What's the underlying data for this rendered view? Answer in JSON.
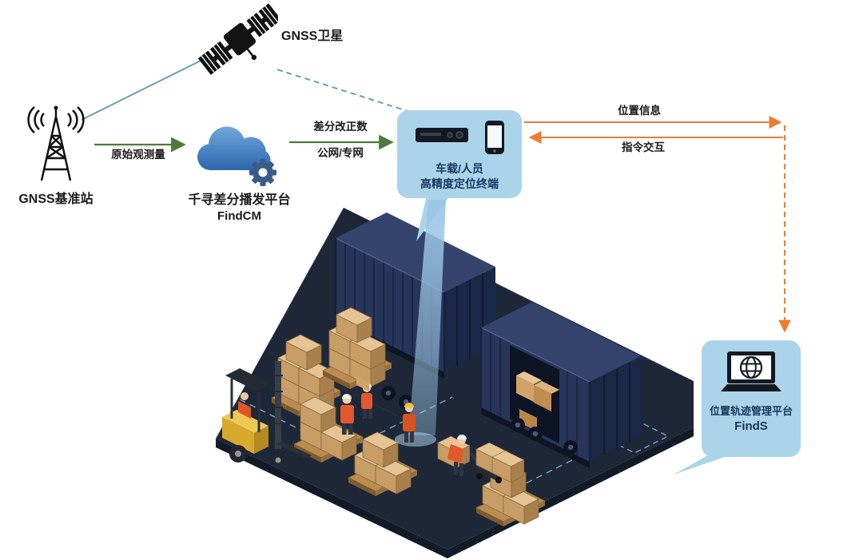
{
  "nodes": {
    "satellite": {
      "label": "GNSS卫星",
      "icon": "satellite-icon"
    },
    "base_station": {
      "label": "GNSS基准站",
      "icon": "antenna-tower-icon"
    },
    "cloud": {
      "name": "千寻差分播发平台",
      "product": "FindCM",
      "icon": "cloud-gear-icon"
    },
    "terminal": {
      "line1": "车载/人员",
      "line2": "高精度定位终端",
      "icons": [
        "gnss-receiver-icon",
        "smartphone-icon"
      ]
    },
    "management": {
      "name": "位置轨迹管理平台",
      "product": "FindS",
      "icon": "laptop-globe-icon"
    }
  },
  "edges": {
    "raw_observation": {
      "label": "原始观测量",
      "from": "base_station",
      "to": "cloud"
    },
    "correction": {
      "line1": "差分改正数",
      "line2": "公网/专网",
      "from": "cloud",
      "to": "terminal"
    },
    "position_info": {
      "label": "位置信息",
      "from": "terminal",
      "to": "management"
    },
    "command": {
      "label": "指令交互",
      "from": "management",
      "to": "terminal"
    },
    "satellite_to_station": {
      "from": "satellite",
      "to": "base_station",
      "style": "solid"
    },
    "satellite_to_terminal": {
      "from": "satellite",
      "to": "terminal",
      "style": "dashed"
    }
  },
  "scene": {
    "objects": [
      "shipping-containers",
      "cardboard-pallet-stacks",
      "forklift",
      "warehouse-workers",
      "pallet-jack",
      "positioning-beam",
      "yard-platform"
    ]
  },
  "colors": {
    "bubble_blue": "#abd4ea",
    "navy_text": "#17375e",
    "arrow_green": "#4e7a3a",
    "arrow_orange": "#ed7d31",
    "link_teal": "#6b9fb0",
    "cloud_blue": "#2f6fb5",
    "container_navy": "#27355a",
    "platform_dark": "#1e2737",
    "carton_tan": "#c89d66",
    "forklift_yellow": "#d8a92f",
    "beam_blue": "#a9cfe9"
  }
}
